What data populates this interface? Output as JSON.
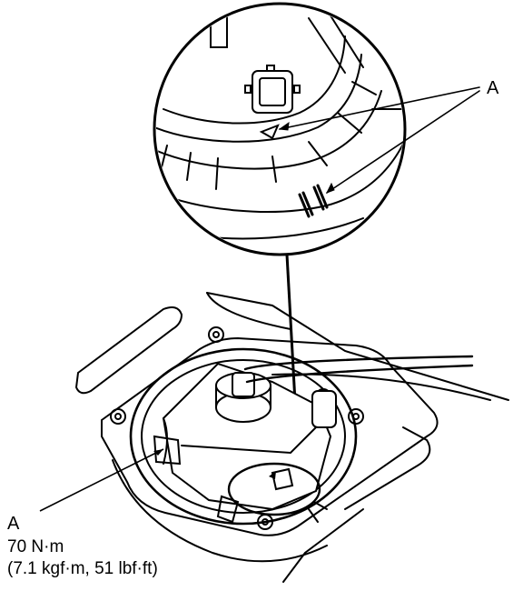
{
  "callouts": {
    "detail_label": "A",
    "main_label": "A",
    "torque_primary": "70 N·m",
    "torque_secondary": "(7.1 kgf·m, 51 lbf·ft)"
  },
  "colors": {
    "ink": "#000000",
    "paper": "#ffffff"
  }
}
